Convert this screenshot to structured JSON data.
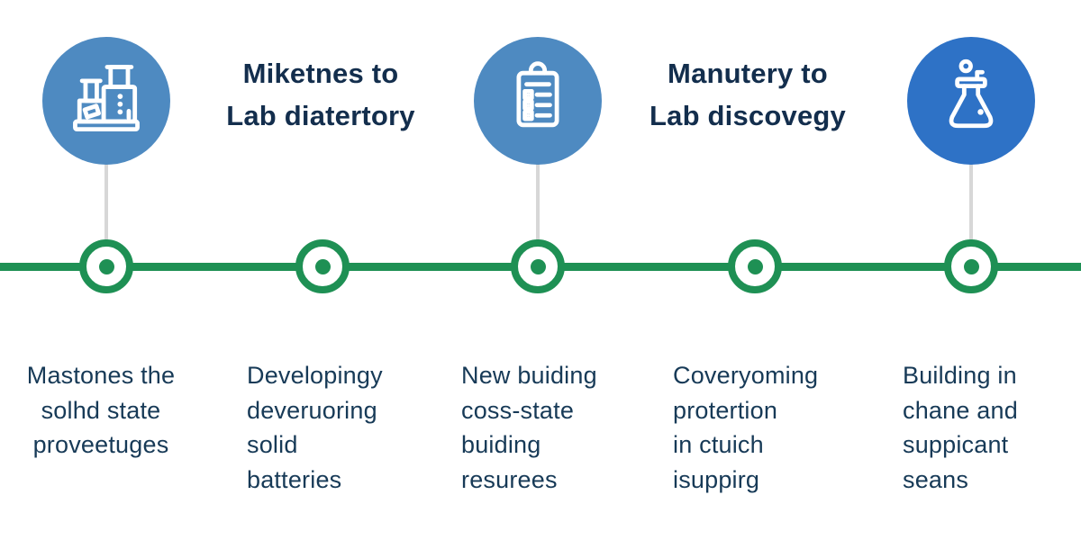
{
  "palette": {
    "timeline_green": "#1e9054",
    "connector_gray": "#d7d7d7",
    "icon_circle_steel_blue": "#4e8ac1",
    "icon_circle_vivid_blue": "#2e72c6",
    "heading_navy": "#132e4d",
    "body_navy": "#173a57",
    "icon_stroke": "#ffffff",
    "background": "#ffffff"
  },
  "headings": [
    {
      "label": "Miketnes to\nLab diatertory"
    },
    {
      "label": "Manutery to\nLab discovegy"
    }
  ],
  "timeline": {
    "node_count": 5,
    "nodes": [
      {
        "icon": "lab-equipment-icon",
        "description": "Mastones the\nsolhd state\nproveetuges"
      },
      {
        "icon": null,
        "description": "Developingy\ndeveruoring\nsolid\nbatteries"
      },
      {
        "icon": "clipboard-checklist-icon",
        "description": "New buiding\ncoss-state\nbuiding\nresurees"
      },
      {
        "icon": null,
        "description": "Coveryoming\nprotertion\nin ctuich\nisuppirg"
      },
      {
        "icon": "flask-icon",
        "description": "Building in\nchane and\nsuppicant\nseans"
      }
    ]
  }
}
